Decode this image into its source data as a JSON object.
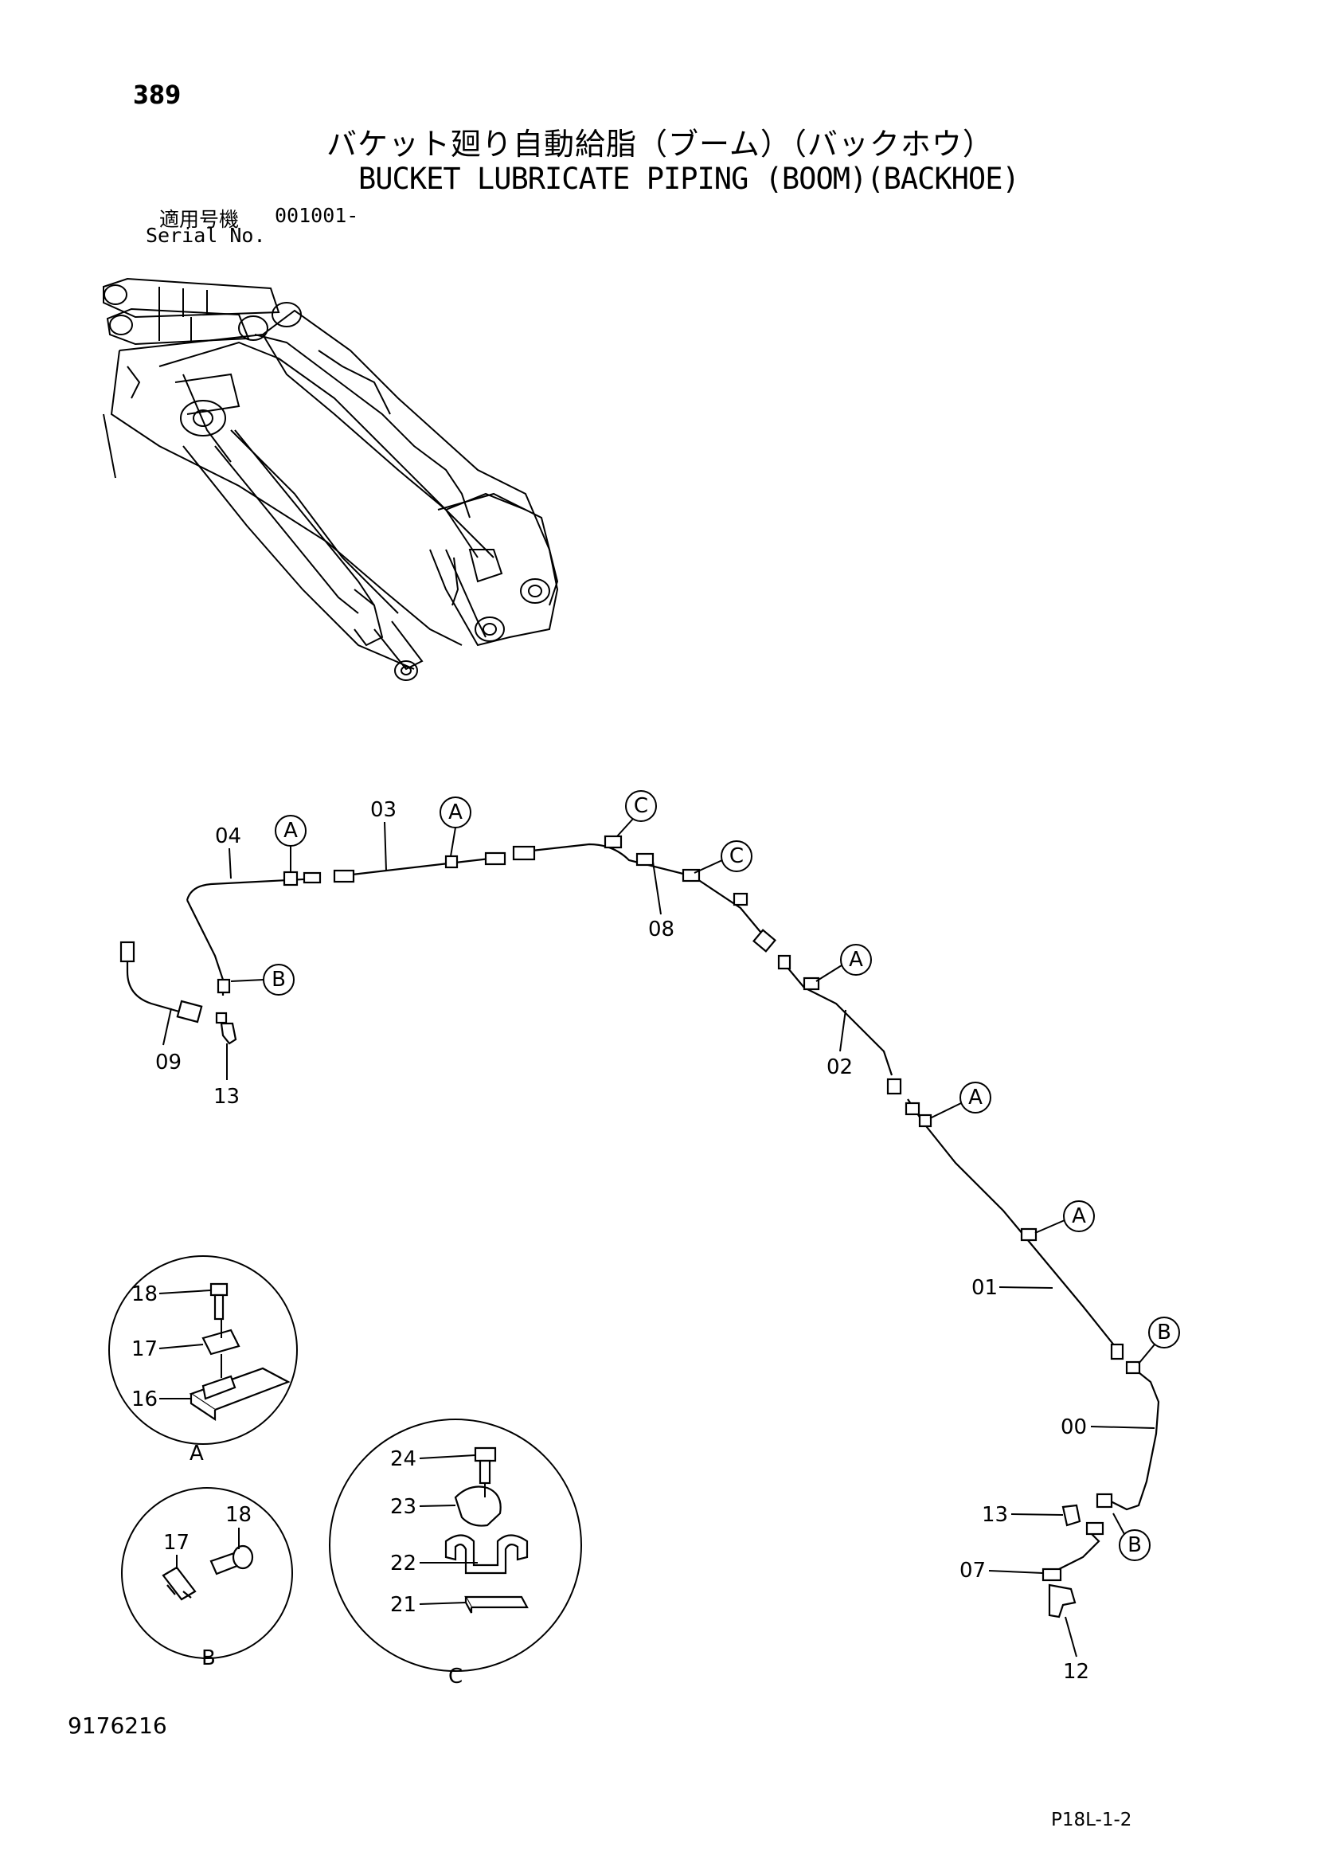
{
  "header": {
    "page_number": "389",
    "title_jp": "バケット廻り自動給脂（ブーム）（バックホウ）",
    "title_en": "BUCKET LUBRICATE PIPING (BOOM)(BACKHOE)",
    "serial_label_jp": "適用号機",
    "serial_value": "001001-",
    "serial_label_en": "Serial No."
  },
  "callouts": {
    "a": "A",
    "b": "B",
    "c": "C"
  },
  "part_numbers": {
    "p00": "00",
    "p01": "01",
    "p02": "02",
    "p03": "03",
    "p04": "04",
    "p07": "07",
    "p08": "08",
    "p09": "09",
    "p12": "12",
    "p13": "13",
    "p16": "16",
    "p17": "17",
    "p18": "18",
    "p21": "21",
    "p22": "22",
    "p23": "23",
    "p24": "24"
  },
  "footer": {
    "doc_number": "9176216",
    "page_code": "P18L-1-2"
  }
}
